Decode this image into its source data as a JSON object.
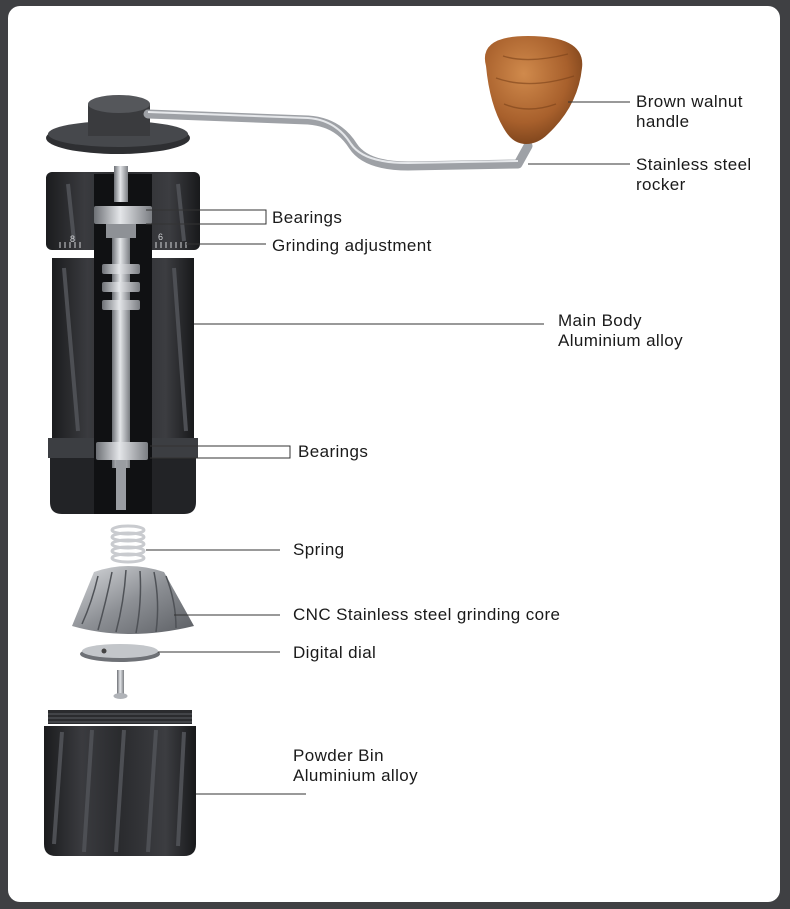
{
  "labels": {
    "handle": [
      "Brown walnut",
      "handle"
    ],
    "rocker": [
      "Stainless steel",
      "rocker"
    ],
    "bearings_top": "Bearings",
    "grinding_adjustment": "Grinding adjustment",
    "main_body": [
      "Main Body",
      "Aluminium alloy"
    ],
    "bearings_bottom": "Bearings",
    "spring": "Spring",
    "grinding_core": "CNC Stainless steel grinding core",
    "digital_dial": "Digital dial",
    "powder_bin": [
      "Powder Bin",
      "Aluminium alloy"
    ]
  },
  "dial_numbers": [
    "8",
    "6"
  ],
  "colors": {
    "background": "#3f4043",
    "card": "#ffffff",
    "body_dark": "#2b2c2f",
    "steel": "#b9bcc0",
    "walnut": "#a8602c"
  }
}
